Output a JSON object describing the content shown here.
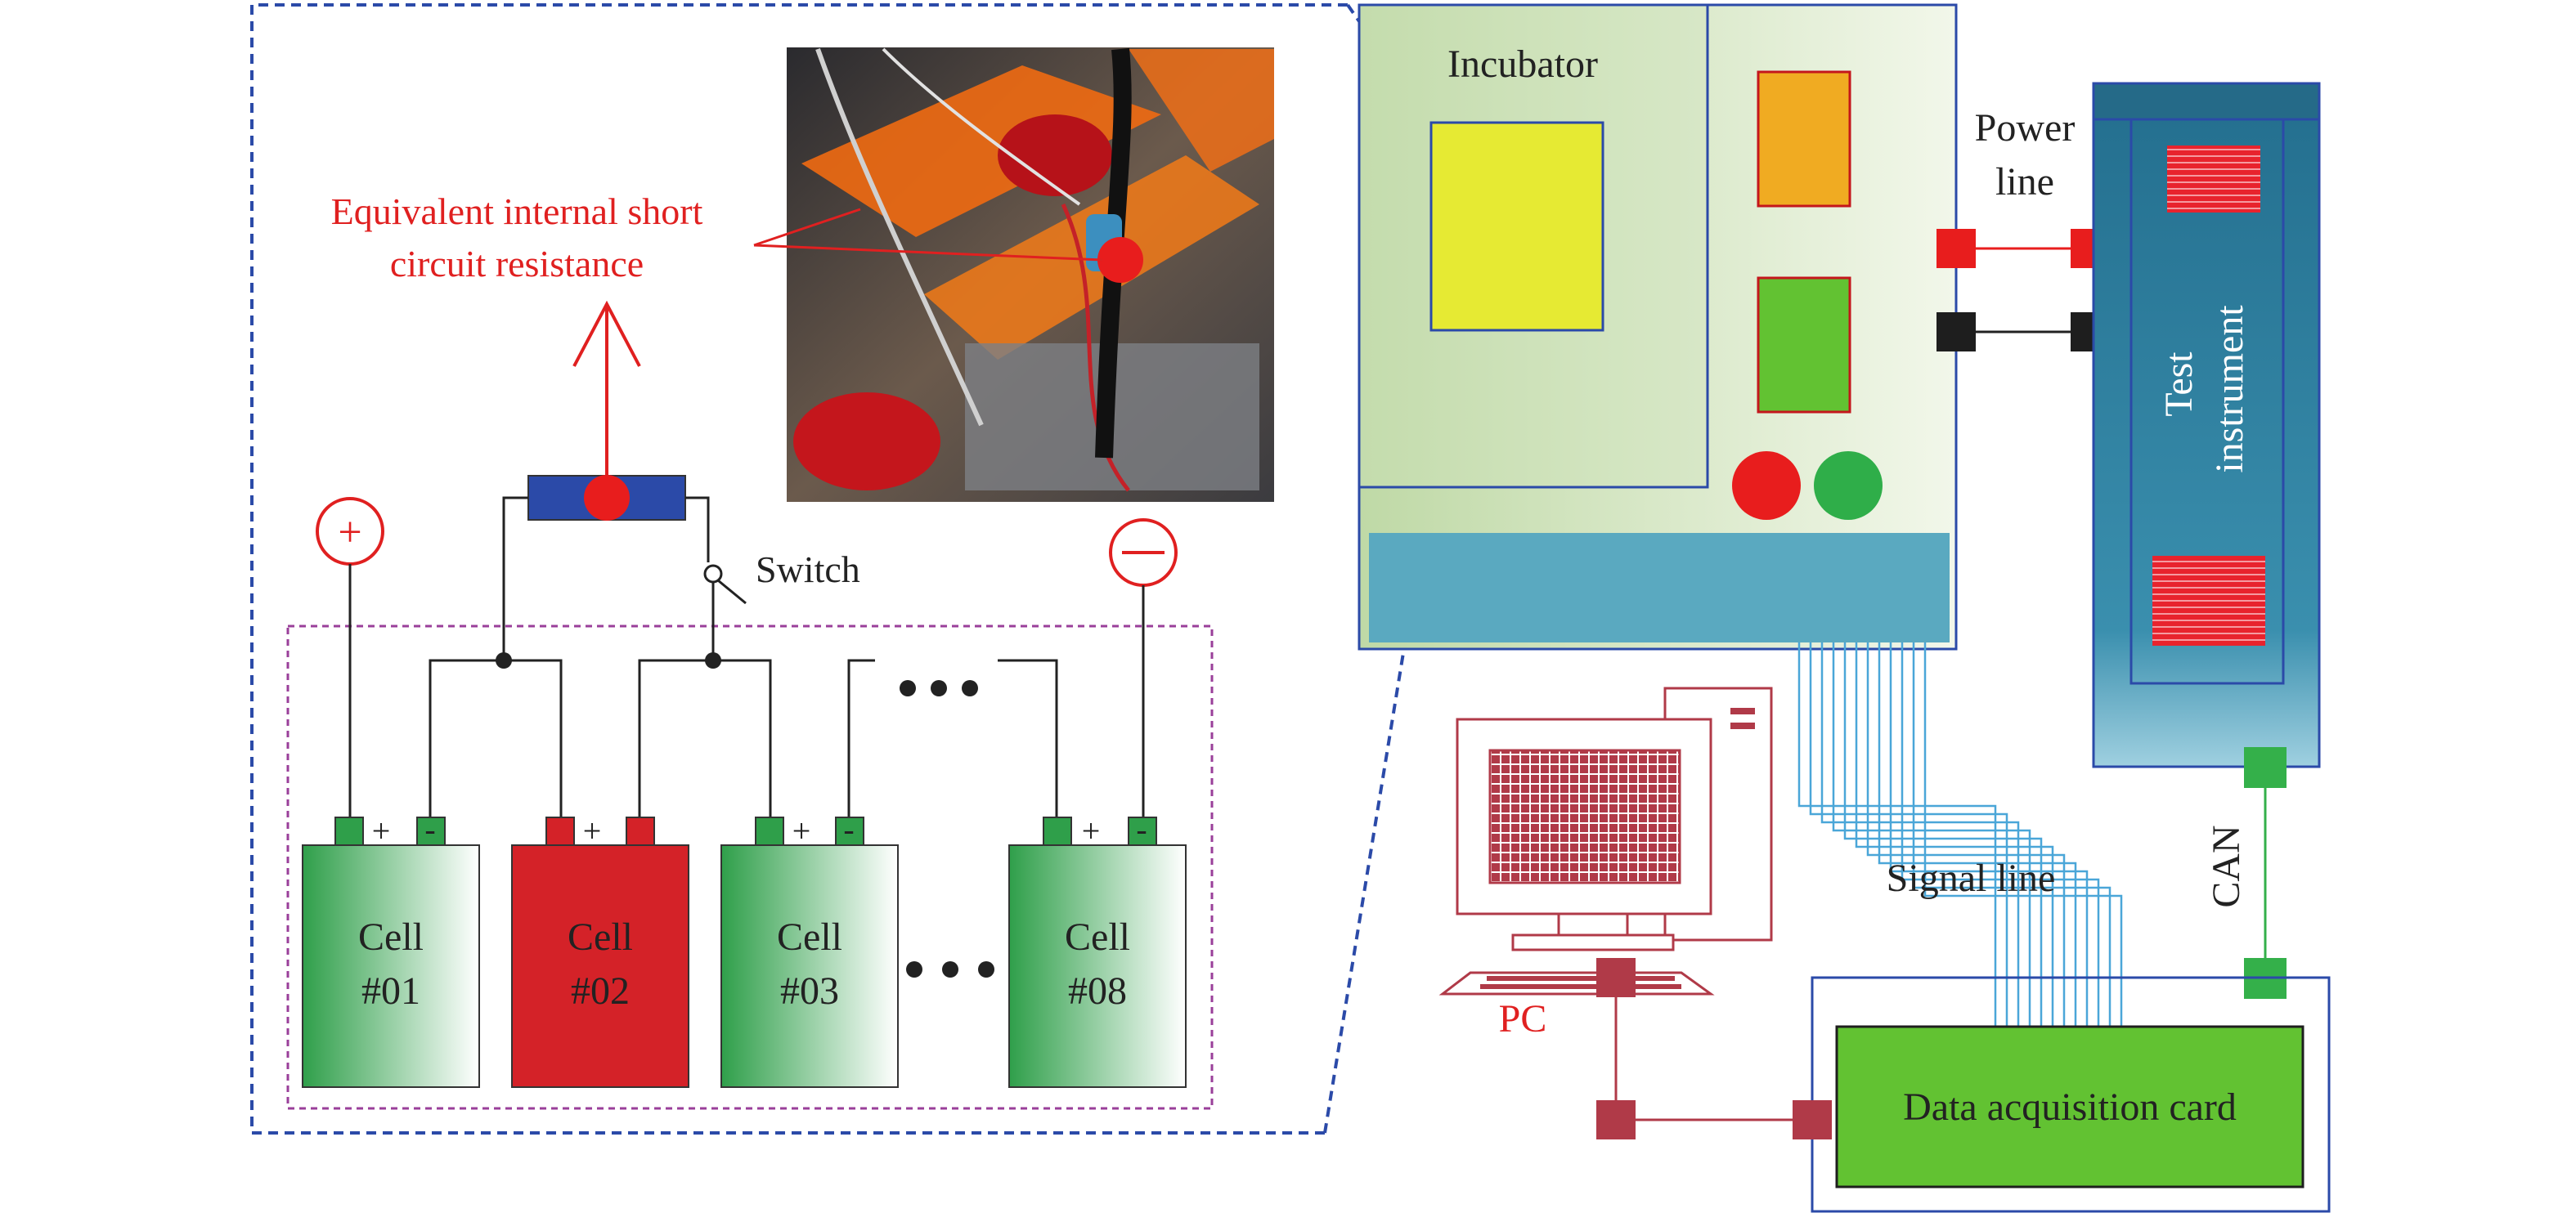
{
  "labels": {
    "resistance_line1": "Equivalent internal short",
    "resistance_line2": "circuit resistance",
    "switch": "Switch",
    "incubator": "Incubator",
    "power_line1": "Power",
    "power_line2": "line",
    "test_instrument1": "Test",
    "test_instrument2": "instrument",
    "signal_line": "Signal line",
    "can": "CAN",
    "pc": "PC",
    "daq": "Data acquisition card",
    "plus": "+",
    "minus": "-"
  },
  "cells": [
    {
      "line1": "Cell",
      "line2": "#01",
      "faulty": false
    },
    {
      "line1": "Cell",
      "line2": "#02",
      "faulty": true
    },
    {
      "line1": "Cell",
      "line2": "#03",
      "faulty": false
    },
    {
      "line1": "Cell",
      "line2": "#08",
      "faulty": false
    }
  ],
  "colors": {
    "red_label": "#e02020",
    "cell_green": "#2f9f4a",
    "cell_red": "#d42228",
    "resistor_blue": "#2b4aa8",
    "dashed_blue": "#2b4aa8",
    "dashed_purple": "#9a3f9a",
    "incubator_fill": "#cfe3bb",
    "yellow_panel": "#e6ea33",
    "orange_panel": "#f0ab22",
    "green_panel": "#62c232",
    "status_red": "#e81d1d",
    "status_green": "#2fae49",
    "teal_bar": "#5aa9c0",
    "instrument_blue": "#2e7f9e",
    "signal_wire": "#4aa6d8",
    "pc_color": "#b03a48",
    "daq_green": "#62c232",
    "can_green": "#34b04a"
  }
}
